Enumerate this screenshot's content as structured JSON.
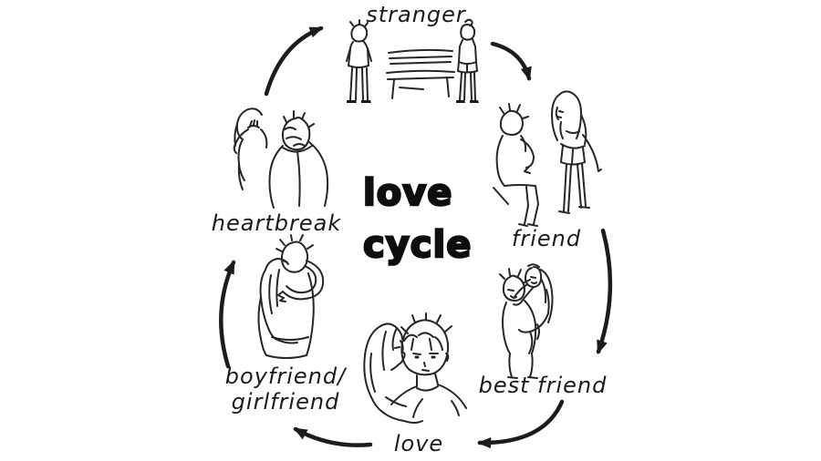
{
  "title": {
    "line1": "love",
    "line2": "cycle"
  },
  "colors": {
    "background": "#ffffff",
    "ink": "#1c1c1c",
    "title_ink": "#0e0e0e"
  },
  "stages": [
    {
      "id": "stranger",
      "label": "stranger"
    },
    {
      "id": "friend",
      "label": "friend"
    },
    {
      "id": "best-friend",
      "label": "best friend"
    },
    {
      "id": "love",
      "label": "love"
    },
    {
      "id": "boyfriend-girlfriend",
      "label_line1": "boyfriend/",
      "label_line2": "girlfriend"
    },
    {
      "id": "heartbreak",
      "label": "heartbreak"
    }
  ],
  "cycle_flow": [
    {
      "from": "stranger",
      "to": "friend"
    },
    {
      "from": "friend",
      "to": "best friend"
    },
    {
      "from": "best friend",
      "to": "love"
    },
    {
      "from": "love",
      "to": "boyfriend/girlfriend"
    },
    {
      "from": "boyfriend/girlfriend",
      "to": "heartbreak"
    },
    {
      "from": "heartbreak",
      "to": "stranger"
    }
  ]
}
